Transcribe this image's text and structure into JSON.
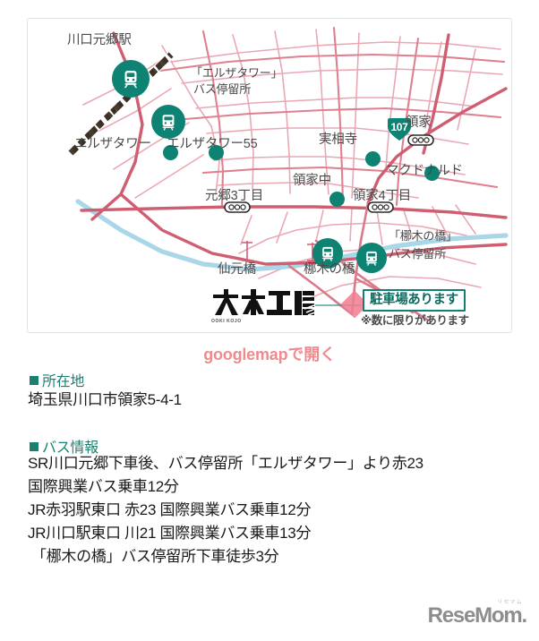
{
  "map": {
    "alt": "access-map-kawaguchi",
    "labels": [
      {
        "id": "kawaguchi-motogo-sta",
        "text": "川口元郷駅"
      },
      {
        "id": "elza-tower-busstop-1",
        "text": "「エルザタワー」"
      },
      {
        "id": "elza-tower-busstop-2",
        "text": "バス停留所"
      },
      {
        "id": "elza-tower",
        "text": "エルザタワー"
      },
      {
        "id": "elza-tower-55",
        "text": "エルザタワー55"
      },
      {
        "id": "jissouji",
        "text": "実相寺"
      },
      {
        "id": "ryouke",
        "text": "領家"
      },
      {
        "id": "mcdonalds",
        "text": "マクドナルド"
      },
      {
        "id": "ryouke-naka",
        "text": "領家中"
      },
      {
        "id": "motogo-3chome",
        "text": "元郷3丁目"
      },
      {
        "id": "ryouke-4chome",
        "text": "領家4丁目"
      },
      {
        "id": "sengen-bashi",
        "text": "仙元橋"
      },
      {
        "id": "tanagi-no-hashi",
        "text": "梛木の橋"
      },
      {
        "id": "tanagi-busstop-1",
        "text": "「梛木の橋」"
      },
      {
        "id": "tanagi-busstop-2",
        "text": "バス停留所"
      }
    ],
    "route_shield": "107",
    "factory_logo": {
      "name": "大木工場",
      "romaji": "OOKI KOJO"
    },
    "parking": {
      "label": "駐車場あります",
      "note": "※数に限りがあります"
    },
    "colors": {
      "teal": "#0e8273",
      "road_pink": "#d4707f",
      "road_light": "#e6a3ae",
      "river_blue": "#a9d7e8",
      "main_road": "#c9546a",
      "frame": "#e2e2e2"
    }
  },
  "gmap_link": {
    "label": "googlemapで開く",
    "color": "#ef8a8e"
  },
  "location": {
    "heading": "所在地",
    "address": "埼玉県川口市領家5-4-1"
  },
  "bus": {
    "heading": "バス情報",
    "lines": [
      "SR川口元郷下車後、バス停留所「エルザタワー」より赤23",
      "国際興業バス乗車12分",
      "JR赤羽駅東口 赤23 国際興業バス乗車12分",
      "JR川口駅東口 川21 国際興業バス乗車13分",
      "「梛木の橋」バス停留所下車徒歩3分"
    ]
  },
  "watermark": {
    "kana": "リセマム",
    "word": "ReseMom."
  }
}
